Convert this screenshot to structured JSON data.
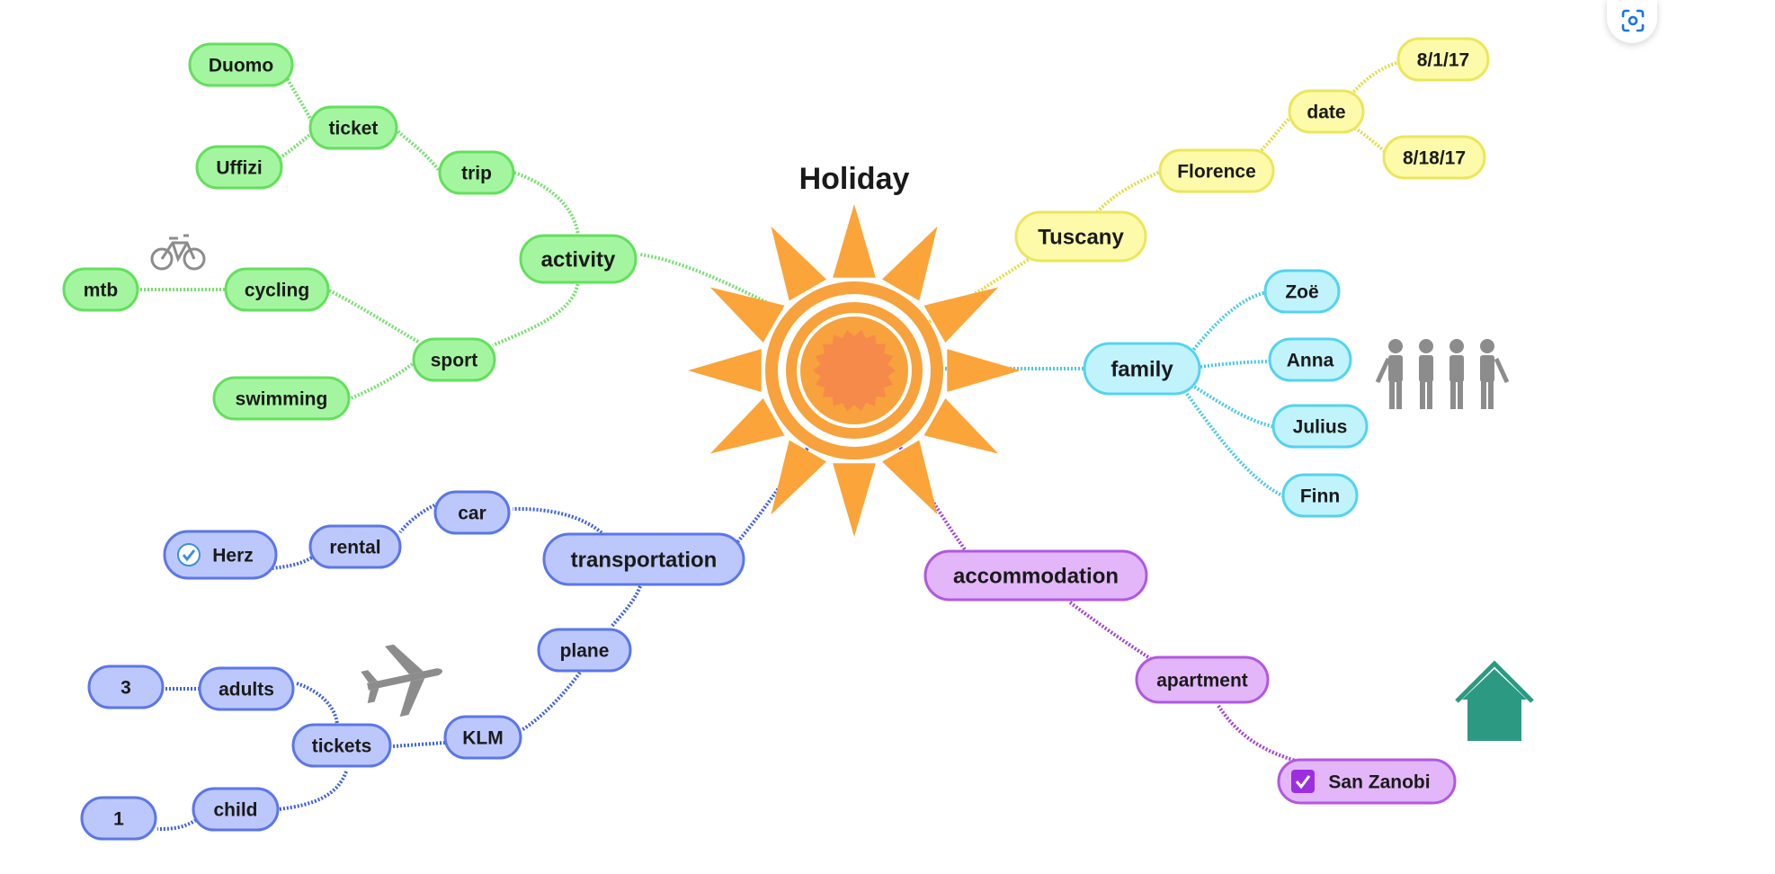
{
  "title": "Holiday",
  "colors": {
    "green": {
      "fill": "#a4f5a0",
      "stroke": "#63e05c",
      "line": "#77e06e"
    },
    "yellow": {
      "fill": "#fdfbaa",
      "stroke": "#ece65c",
      "line": "#e2dc46"
    },
    "cyan": {
      "fill": "#c1f3fd",
      "stroke": "#55d3ef",
      "line": "#48c9ea"
    },
    "blue": {
      "fill": "#bcc8fb",
      "stroke": "#5c76ea",
      "line": "#3f5fe6"
    },
    "purple": {
      "fill": "#e2b6f8",
      "stroke": "#b157e4",
      "line": "#a63fe0"
    },
    "sun_ray": "#fba43a",
    "sun_ring": "#f7a23c",
    "sun_core": "#f58a4a",
    "icon_gray": "#8c8c8c",
    "house": "#2c9a83",
    "scan_icon": "#1a73e8"
  },
  "nodes": {
    "activity": {
      "label": "activity",
      "branch": "green"
    },
    "trip": {
      "label": "trip",
      "branch": "green"
    },
    "ticket": {
      "label": "ticket",
      "branch": "green"
    },
    "duomo": {
      "label": "Duomo",
      "branch": "green"
    },
    "uffizi": {
      "label": "Uffizi",
      "branch": "green"
    },
    "sport": {
      "label": "sport",
      "branch": "green"
    },
    "cycling": {
      "label": "cycling",
      "branch": "green"
    },
    "mtb": {
      "label": "mtb",
      "branch": "green"
    },
    "swimming": {
      "label": "swimming",
      "branch": "green"
    },
    "tuscany": {
      "label": "Tuscany",
      "branch": "yellow"
    },
    "florence": {
      "label": "Florence",
      "branch": "yellow"
    },
    "date": {
      "label": "date",
      "branch": "yellow"
    },
    "date_start": {
      "label": "8/1/17",
      "branch": "yellow"
    },
    "date_end": {
      "label": "8/18/17",
      "branch": "yellow"
    },
    "family": {
      "label": "family",
      "branch": "cyan"
    },
    "zoe": {
      "label": "Zoë",
      "branch": "cyan"
    },
    "anna": {
      "label": "Anna",
      "branch": "cyan"
    },
    "julius": {
      "label": "Julius",
      "branch": "cyan"
    },
    "finn": {
      "label": "Finn",
      "branch": "cyan"
    },
    "transportation": {
      "label": "transportation",
      "branch": "blue"
    },
    "car": {
      "label": "car",
      "branch": "blue"
    },
    "rental": {
      "label": "rental",
      "branch": "blue"
    },
    "herz": {
      "label": "Herz",
      "branch": "blue",
      "checked": true
    },
    "plane": {
      "label": "plane",
      "branch": "blue"
    },
    "klm": {
      "label": "KLM",
      "branch": "blue"
    },
    "tickets": {
      "label": "tickets",
      "branch": "blue"
    },
    "adults": {
      "label": "adults",
      "branch": "blue"
    },
    "adults_count": {
      "label": "3",
      "branch": "blue"
    },
    "child": {
      "label": "child",
      "branch": "blue"
    },
    "child_count": {
      "label": "1",
      "branch": "blue"
    },
    "accommodation": {
      "label": "accommodation",
      "branch": "purple"
    },
    "apartment": {
      "label": "apartment",
      "branch": "purple"
    },
    "san_zanobi": {
      "label": "San Zanobi",
      "branch": "purple",
      "checked": true
    }
  },
  "icons": {
    "bike": "bicycle-icon",
    "family": "family-group-icon",
    "plane": "airplane-icon",
    "house": "house-icon",
    "scan": "lens-scan-icon"
  }
}
